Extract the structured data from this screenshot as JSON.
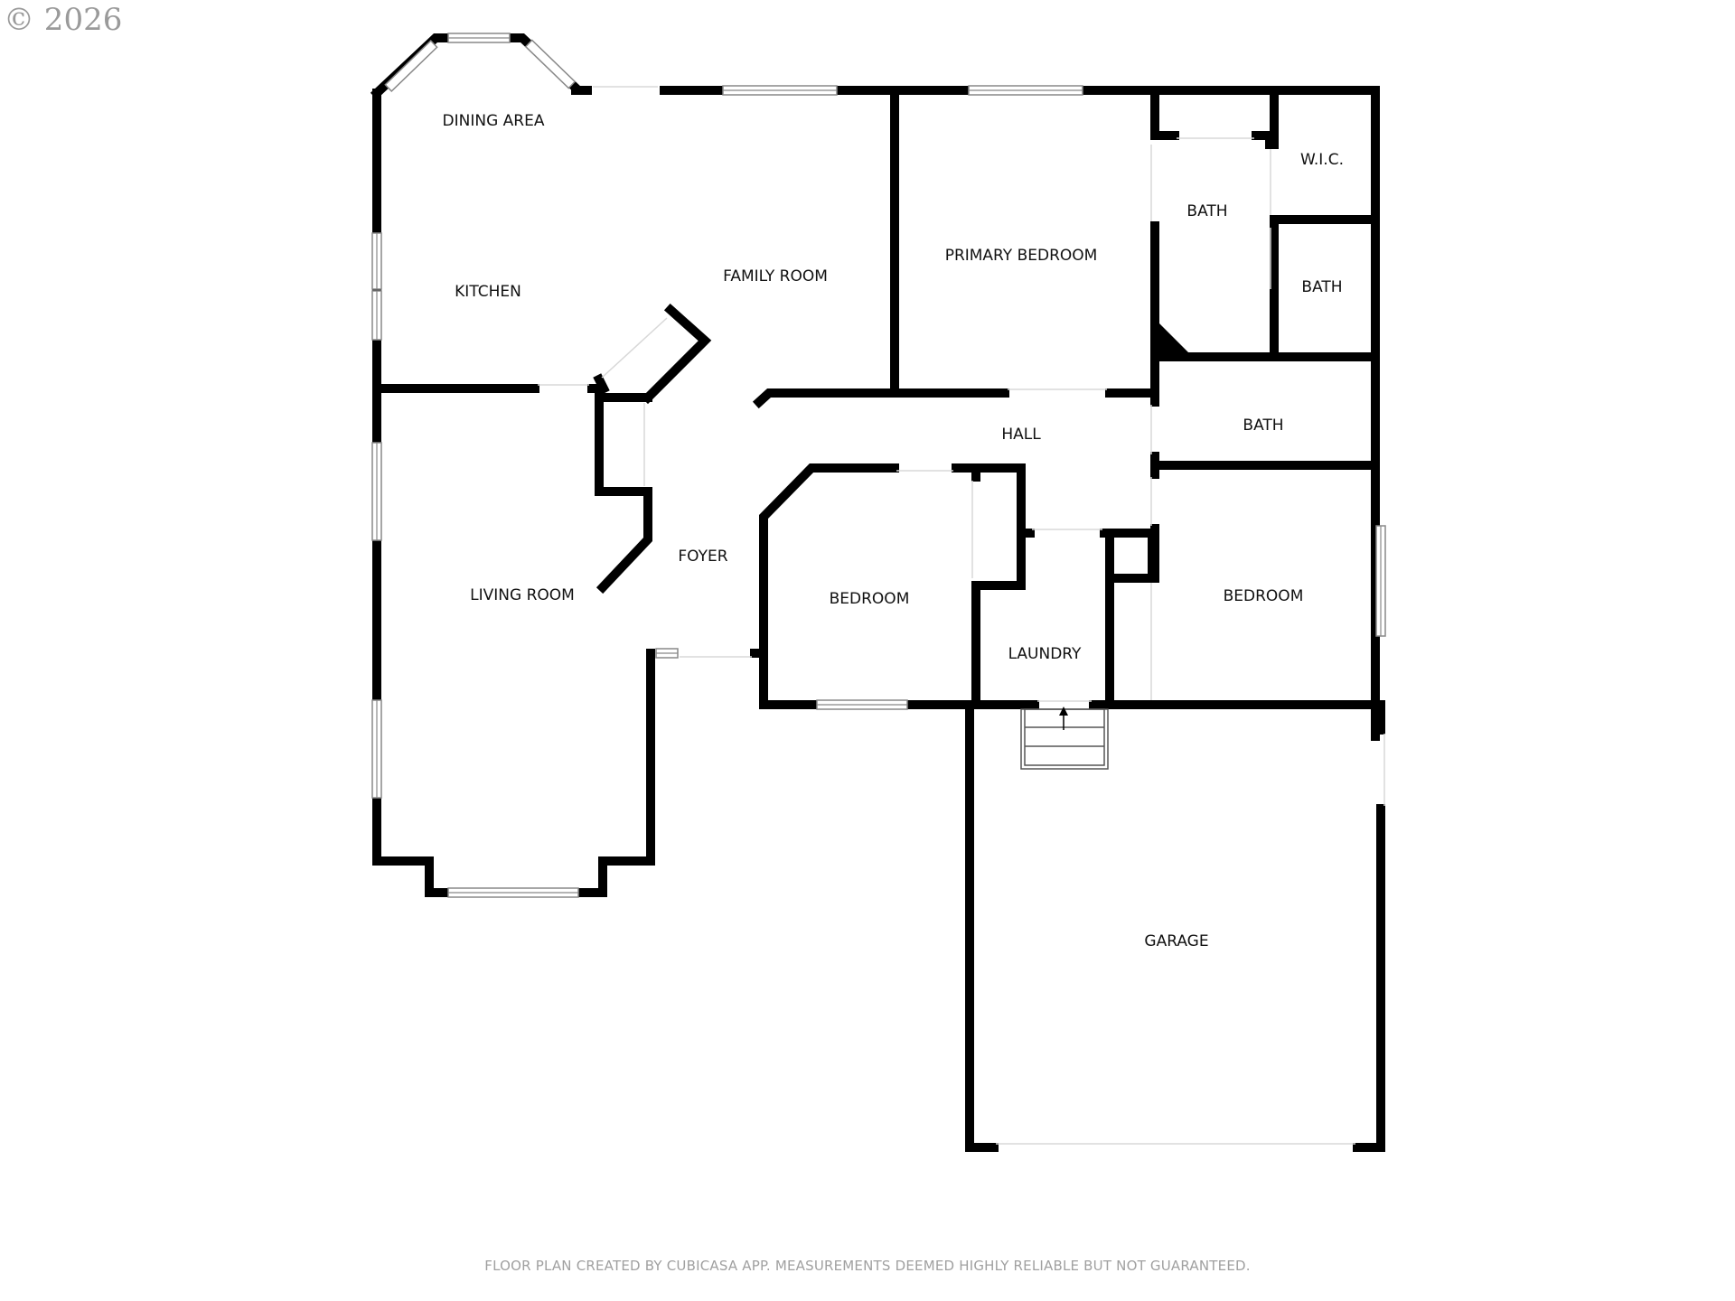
{
  "copyright": "© 2026",
  "rooms": {
    "dining_area": "DINING AREA",
    "kitchen": "KITCHEN",
    "family_room": "FAMILY ROOM",
    "primary_bedroom": "PRIMARY BEDROOM",
    "bath_primary": "BATH",
    "wic": "W.I.C.",
    "bath_wic": "BATH",
    "living_room": "LIVING ROOM",
    "foyer": "FOYER",
    "hall": "HALL",
    "bath_hall": "BATH",
    "bedroom_left": "BEDROOM",
    "laundry": "LAUNDRY",
    "bedroom_right": "BEDROOM",
    "garage": "GARAGE"
  },
  "footer": "FLOOR PLAN CREATED BY CUBICASA APP. MEASUREMENTS DEEMED HIGHLY RELIABLE BUT NOT GUARANTEED."
}
